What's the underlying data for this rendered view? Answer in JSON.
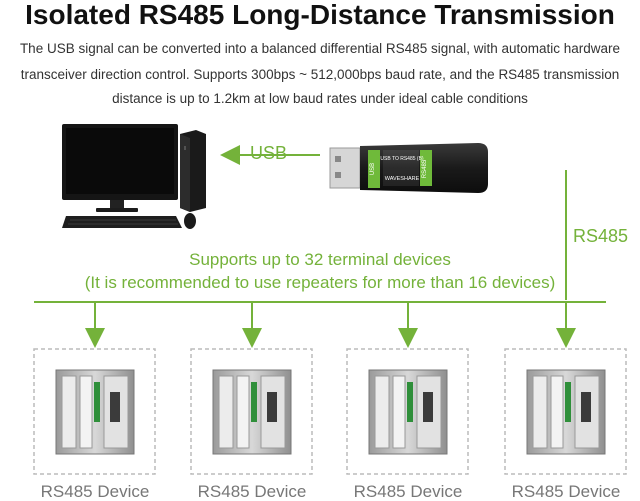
{
  "title": "Isolated RS485 Long-Distance Transmission",
  "description": {
    "line1": "The USB signal can be converted into a balanced differential RS485 signal, with automatic hardware",
    "line2": "transceiver direction control. Supports 300bps ~ 512,000bps baud rate, and the RS485 transmission",
    "line3": "distance is up to 1.2km at low baud rates under ideal cable conditions"
  },
  "labels": {
    "usb": "USB",
    "rs485": "RS485",
    "support_line1": "Supports up to 32 terminal devices",
    "support_line2": "(It is recommended to use repeaters for more than 16 devices)"
  },
  "converter": {
    "model_text": "USB TO RS485 (B)",
    "brand": "WAVESHARE",
    "side_label": "RS485"
  },
  "devices": [
    {
      "label": "RS485 Device"
    },
    {
      "label": "RS485 Device"
    },
    {
      "label": "RS485 Device"
    },
    {
      "label": "RS485 Device"
    }
  ],
  "colors": {
    "accent_green": "#74b23a",
    "device_label_gray": "#777777",
    "dash_border": "#bbbbbb"
  }
}
